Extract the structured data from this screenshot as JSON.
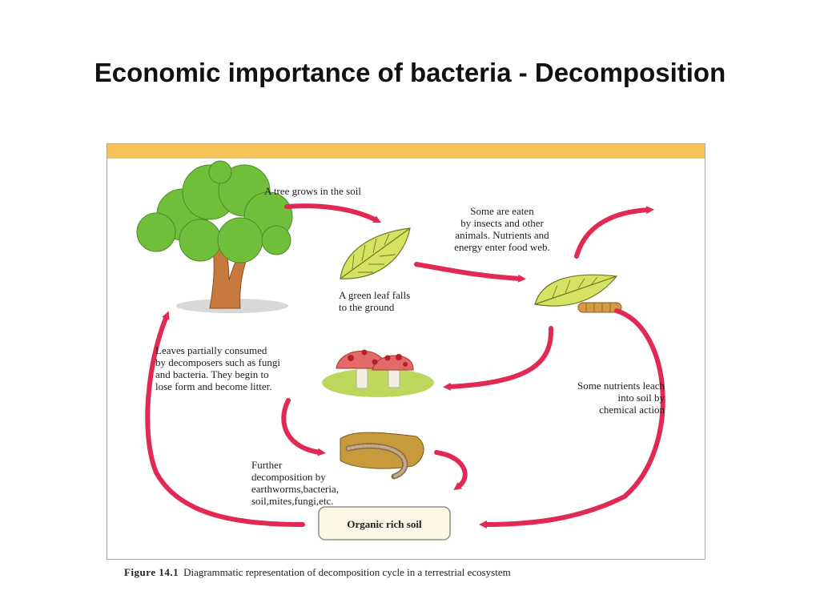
{
  "slide": {
    "title": "Economic importance of bacteria - Decomposition"
  },
  "colors": {
    "header_bar": "#f6c35a",
    "arrow": "#e02a54",
    "leaf": "#d6e264",
    "tree": "#6fbf3a",
    "trunk": "#c8793d",
    "mushroom_cap": "#e46a6a",
    "soil_box": "#fbf7e4"
  },
  "diagram": {
    "labels": {
      "tree": "A tree grows in the soil",
      "leaf_fall": [
        "A green leaf falls",
        "to the ground"
      ],
      "eaten": [
        "Some are eaten",
        "by insects and other",
        "animals. Nutrients and",
        "energy enter food web."
      ],
      "leaves_consumed": [
        "Leaves partially consumed",
        "by decomposers such as fungi",
        "and bacteria. They begin to",
        "lose form and become litter."
      ],
      "leach": [
        "Some nutrients leach",
        "into soil by",
        "chemical action"
      ],
      "further": [
        "Further",
        "decomposition by",
        "earthworms,bacteria,",
        "soil,mites,fungi,etc."
      ],
      "soil_box": "Organic rich soil"
    },
    "caption": {
      "figure": "Figure 14.1",
      "text": "Diagrammatic representation of decomposition cycle in a terrestrial ecosystem"
    }
  }
}
